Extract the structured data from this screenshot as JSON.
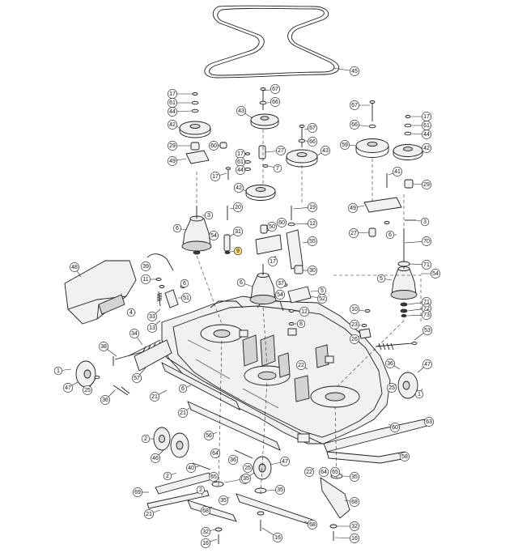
{
  "accent_color": "#f7e07a",
  "callouts": [
    {
      "id": "c-45",
      "label": "45"
    },
    {
      "id": "c-67a",
      "label": "67"
    },
    {
      "id": "c-66a",
      "label": "66"
    },
    {
      "id": "c-43a",
      "label": "43"
    },
    {
      "id": "c-17a",
      "label": "17"
    },
    {
      "id": "c-61a",
      "label": "61"
    },
    {
      "id": "c-44a",
      "label": "44"
    },
    {
      "id": "c-42a",
      "label": "42"
    },
    {
      "id": "c-29a",
      "label": "29"
    },
    {
      "id": "c-60a",
      "label": "60"
    },
    {
      "id": "c-49a",
      "label": "49"
    },
    {
      "id": "c-17b",
      "label": "17"
    },
    {
      "id": "c-17c",
      "label": "17"
    },
    {
      "id": "c-61b",
      "label": "61"
    },
    {
      "id": "c-44b",
      "label": "44"
    },
    {
      "id": "c-27a",
      "label": "27"
    },
    {
      "id": "c-7a",
      "label": "7"
    },
    {
      "id": "c-67b",
      "label": "67"
    },
    {
      "id": "c-66b",
      "label": "66"
    },
    {
      "id": "c-43b",
      "label": "43"
    },
    {
      "id": "c-42b",
      "label": "42"
    },
    {
      "id": "c-67c",
      "label": "67"
    },
    {
      "id": "c-66c",
      "label": "66"
    },
    {
      "id": "c-17d",
      "label": "17"
    },
    {
      "id": "c-61c",
      "label": "61"
    },
    {
      "id": "c-44c",
      "label": "44"
    },
    {
      "id": "c-59",
      "label": "59"
    },
    {
      "id": "c-42c",
      "label": "42"
    },
    {
      "id": "c-41",
      "label": "41"
    },
    {
      "id": "c-29b",
      "label": "29"
    },
    {
      "id": "c-49b",
      "label": "49"
    },
    {
      "id": "c-3a",
      "label": "3"
    },
    {
      "id": "c-27b",
      "label": "27"
    },
    {
      "id": "c-6a",
      "label": "6"
    },
    {
      "id": "c-70",
      "label": "70"
    },
    {
      "id": "c-3b",
      "label": "3"
    },
    {
      "id": "c-6b",
      "label": "6"
    },
    {
      "id": "c-54a",
      "label": "54"
    },
    {
      "id": "c-20",
      "label": "20"
    },
    {
      "id": "c-31",
      "label": "31"
    },
    {
      "id": "c-9",
      "label": "9"
    },
    {
      "id": "c-19",
      "label": "19"
    },
    {
      "id": "c-12",
      "label": "12"
    },
    {
      "id": "c-60b",
      "label": "60"
    },
    {
      "id": "c-50",
      "label": "50"
    },
    {
      "id": "c-55",
      "label": "55"
    },
    {
      "id": "c-17e",
      "label": "17"
    },
    {
      "id": "c-30",
      "label": "30"
    },
    {
      "id": "c-37",
      "label": "37"
    },
    {
      "id": "c-71a",
      "label": "71"
    },
    {
      "id": "c-5a",
      "label": "5"
    },
    {
      "id": "c-54b",
      "label": "54"
    },
    {
      "id": "c-48",
      "label": "48"
    },
    {
      "id": "c-39",
      "label": "39"
    },
    {
      "id": "c-11",
      "label": "11"
    },
    {
      "id": "c-6c",
      "label": "6"
    },
    {
      "id": "c-51",
      "label": "51"
    },
    {
      "id": "c-33",
      "label": "33"
    },
    {
      "id": "c-13",
      "label": "13"
    },
    {
      "id": "c-4",
      "label": "4"
    },
    {
      "id": "c-6d",
      "label": "6"
    },
    {
      "id": "c-54c",
      "label": "54"
    },
    {
      "id": "c-5b",
      "label": "5"
    },
    {
      "id": "c-52",
      "label": "52"
    },
    {
      "id": "c-12b",
      "label": "12"
    },
    {
      "id": "c-8",
      "label": "8"
    },
    {
      "id": "c-71b",
      "label": "71"
    },
    {
      "id": "c-72",
      "label": "72"
    },
    {
      "id": "c-73",
      "label": "73"
    },
    {
      "id": "c-10",
      "label": "10"
    },
    {
      "id": "c-23",
      "label": "23"
    },
    {
      "id": "c-26",
      "label": "26"
    },
    {
      "id": "c-53",
      "label": "53"
    },
    {
      "id": "c-34",
      "label": "34"
    },
    {
      "id": "c-38",
      "label": "38"
    },
    {
      "id": "c-22",
      "label": "22"
    },
    {
      "id": "c-57",
      "label": "57"
    },
    {
      "id": "c-1a",
      "label": "1"
    },
    {
      "id": "c-47a",
      "label": "47"
    },
    {
      "id": "c-25a",
      "label": "25"
    },
    {
      "id": "c-36a",
      "label": "36"
    },
    {
      "id": "c-21a",
      "label": "21"
    },
    {
      "id": "c-6e",
      "label": "6"
    },
    {
      "id": "c-47b",
      "label": "47"
    },
    {
      "id": "c-36b",
      "label": "36"
    },
    {
      "id": "c-25b",
      "label": "25"
    },
    {
      "id": "c-1b",
      "label": "1"
    },
    {
      "id": "c-21b",
      "label": "21"
    },
    {
      "id": "c-56",
      "label": "56"
    },
    {
      "id": "c-60c",
      "label": "60"
    },
    {
      "id": "c-63",
      "label": "63"
    },
    {
      "id": "c-2a",
      "label": "2"
    },
    {
      "id": "c-46a",
      "label": "46"
    },
    {
      "id": "c-40",
      "label": "40"
    },
    {
      "id": "c-64a",
      "label": "64"
    },
    {
      "id": "c-36c",
      "label": "36"
    },
    {
      "id": "c-25c",
      "label": "25"
    },
    {
      "id": "c-47c",
      "label": "47"
    },
    {
      "id": "c-46b",
      "label": "46"
    },
    {
      "id": "c-58",
      "label": "58"
    },
    {
      "id": "c-22b",
      "label": "22"
    },
    {
      "id": "c-64b",
      "label": "64"
    },
    {
      "id": "c-65a",
      "label": "65"
    },
    {
      "id": "c-35a",
      "label": "35"
    },
    {
      "id": "c-2b",
      "label": "2"
    },
    {
      "id": "c-65b",
      "label": "65"
    },
    {
      "id": "c-35b",
      "label": "35"
    },
    {
      "id": "c-69",
      "label": "69"
    },
    {
      "id": "c-35c",
      "label": "35"
    },
    {
      "id": "c-35d",
      "label": "35"
    },
    {
      "id": "c-2c",
      "label": "2"
    },
    {
      "id": "c-21c",
      "label": "21"
    },
    {
      "id": "c-68a",
      "label": "68"
    },
    {
      "id": "c-68b",
      "label": "68"
    },
    {
      "id": "c-68c",
      "label": "68"
    },
    {
      "id": "c-32a",
      "label": "32"
    },
    {
      "id": "c-16a",
      "label": "16"
    },
    {
      "id": "c-16b",
      "label": "16"
    },
    {
      "id": "c-32b",
      "label": "32"
    },
    {
      "id": "c-16c",
      "label": "16"
    }
  ]
}
